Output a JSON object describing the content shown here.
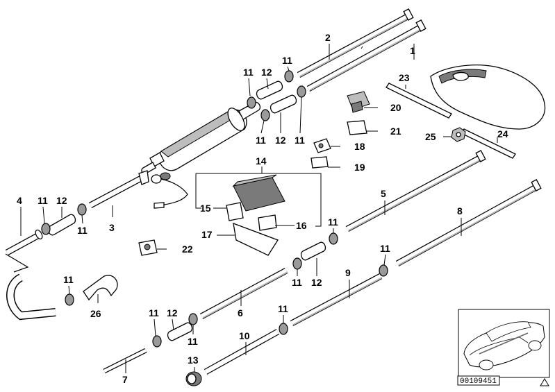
{
  "diagram": {
    "callouts": {
      "c1": "1",
      "c2": "2",
      "c3": "3",
      "c4": "4",
      "c5": "5",
      "c6": "6",
      "c7": "7",
      "c8": "8",
      "c9": "9",
      "c10": "10",
      "c13": "13",
      "c14": "14",
      "c15": "15",
      "c16": "16",
      "c17": "17",
      "c18": "18",
      "c19": "19",
      "c20": "20",
      "c21": "21",
      "c22": "22",
      "c23": "23",
      "c24": "24",
      "c25": "25",
      "c26": "26",
      "c11a": "11",
      "c11b": "11",
      "c11c": "11",
      "c11d": "11",
      "c11e": "11",
      "c11f": "11",
      "c11g": "11",
      "c11h": "11",
      "c11i": "11",
      "c11j": "11",
      "c11k": "11",
      "c11l": "11",
      "c11m": "11",
      "c12a": "12",
      "c12b": "12",
      "c12c": "12",
      "c12d": "12",
      "c12e": "12"
    },
    "document_id": "00109451"
  }
}
